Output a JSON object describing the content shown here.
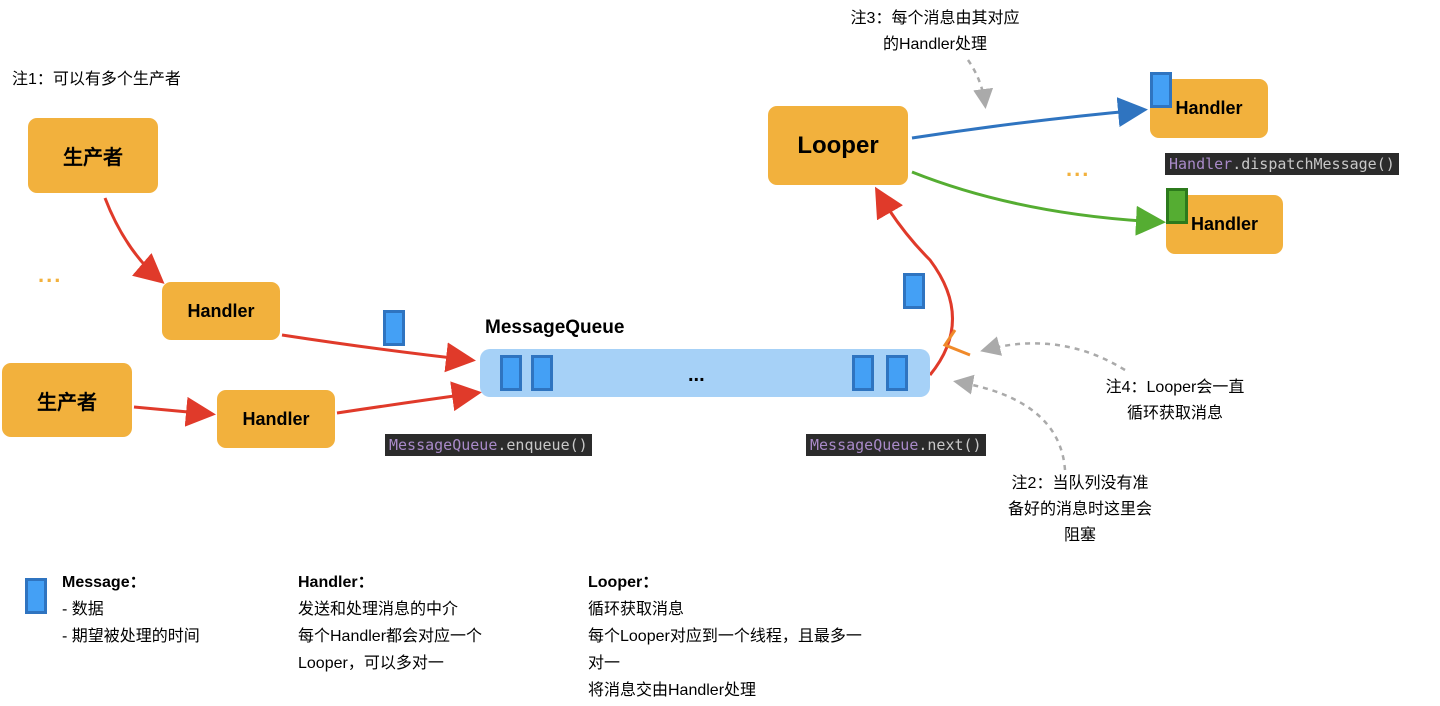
{
  "notes": {
    "note1": "注1：可以有多个生产者",
    "note3_line1": "注3：每个消息由其对应",
    "note3_line2": "的Handler处理",
    "note4_line1": "注4：Looper会一直",
    "note4_line2": "循环获取消息",
    "note2_line1": "注2：当队列没有准",
    "note2_line2": "备好的消息时这里会",
    "note2_line3": "阻塞"
  },
  "boxes": {
    "producer1": "生产者",
    "producer2": "生产者",
    "handler1": "Handler",
    "handler2": "Handler",
    "looper": "Looper",
    "handler_top": "Handler",
    "handler_bottom": "Handler"
  },
  "ellipsis": {
    "producers": "...",
    "queue": "...",
    "handlers": "..."
  },
  "queue": {
    "label": "MessageQueue"
  },
  "code": {
    "enqueue_class": "MessageQueue",
    "enqueue_method": ".enqueue()",
    "next_class": "MessageQueue",
    "next_method": ".next()",
    "dispatch_class": "Handler",
    "dispatch_method": ".dispatchMessage()"
  },
  "legend": {
    "message": {
      "title": "Message：",
      "lines": [
        "- 数据",
        "- 期望被处理的时间"
      ]
    },
    "handler": {
      "title": "Handler：",
      "lines": [
        "发送和处理消息的中介",
        "每个Handler都会对应一个",
        "Looper，可以多对一"
      ]
    },
    "looper": {
      "title": "Looper：",
      "lines": [
        "循环获取消息",
        "每个Looper对应到一个线程，且最多一",
        "对一",
        "将消息交由Handler处理"
      ]
    }
  },
  "colors": {
    "box": "#f2b13d",
    "queue": "#a6d1f7",
    "message": "#44a0f5",
    "arrow_red": "#e03a2a",
    "arrow_blue": "#2f74c0",
    "arrow_green": "#55ad32"
  }
}
